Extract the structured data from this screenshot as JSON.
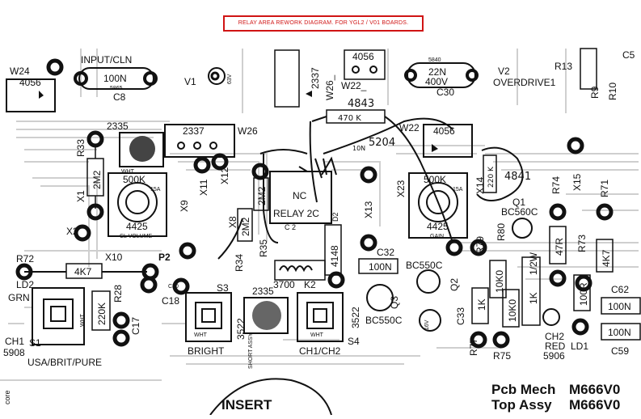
{
  "banner": "RELAY AREA REWORK DIAGRAM.  FOR YGL2 / V01 BOARDS.",
  "labels": {
    "w24": "W24",
    "ic4056_left": "4056",
    "input_cln": "INPUT/CLN",
    "c8_val": "100N",
    "c8_code": "5865",
    "c8": "C8",
    "v1": "V1",
    "c63v": "63V",
    "n2337_top": "2337",
    "w26_top": "W26_",
    "ic4056_top": "4056",
    "w22_top": "W22_",
    "c30_code": "5840",
    "c30_val1": "22N",
    "c30_val2": "400V",
    "c30": "C30",
    "v2": "V2",
    "overdrive": "OVERDRIVE1",
    "r13": "R13",
    "c5": "C5",
    "r9": "R9",
    "r10": "R10",
    "hw_4843": "4843",
    "hw_470k": "470 K",
    "hw_5204": "5204",
    "hw_10n": "10N",
    "hw_4841": "4841",
    "hw_220k": "220 K",
    "w22_mid": "W22",
    "ic4056_mid": "4056",
    "n2335_left": "2335",
    "wht_left": "WHT",
    "n2337_mid": "2337",
    "w26_mid": "W26",
    "r33": "R33",
    "r2m2_left": "2M2",
    "x1": "X1",
    "pot500k_left": "500K",
    "p15a_left": "15A",
    "p4425_left": "4425",
    "clvol": "CL VOLUME",
    "x9": "X9",
    "x11": "X11",
    "x12": "X12",
    "x8": "X8",
    "r2m2_a": "2M2",
    "r2m2_b": "2M2",
    "nc": "NC",
    "relay": "RELAY 2C",
    "c2": "C 2",
    "d2": "D2",
    "v4148": "4148",
    "x13": "X13",
    "x23": "X23",
    "pot500k_right": "500K",
    "p15a_right": "15A",
    "p4425_right": "4425",
    "gain": "GAIN",
    "x14": "X14",
    "x15": "X15",
    "q1": "Q1",
    "bc560c": "BC560C",
    "r74": "R74",
    "r47": "47R",
    "r71": "R71",
    "r4k7_right": "4K7",
    "r80": "R80",
    "r73": "R73",
    "x2": "X2",
    "x10": "X10",
    "p2": "P2",
    "r72": "R72",
    "r4k7_left": "4K7",
    "ld2": "LD2",
    "grn": "GRN",
    "r34": "R34",
    "r35": "R35",
    "c32": "C32",
    "c100n_mid": "100N",
    "bc550c_a": "BC550C",
    "q2": "Q2",
    "r79": "R79",
    "r1k": "1K",
    "r10k0_a": "10K0",
    "r10k0_b": "10K0",
    "r1k_12w": "1/2W",
    "r1k_b": "1K",
    "r100r": "100R",
    "c62": "C62",
    "c100n_r1": "100N",
    "n3700": "3700",
    "k2": "K2",
    "c30_small": "C30",
    "c18": "C18",
    "s3": "S3",
    "n2335_mid": "2335",
    "n3522_a": "3522",
    "short": "SHORT ASSY",
    "n3522_b": "3522",
    "bc550c_b": "BC550C",
    "q3": "Q3",
    "c16v": "16V",
    "c33": "C33",
    "r28": "R28",
    "r220k": "220K",
    "c17": "C17",
    "ch1": "CH1",
    "s1": "S1",
    "n5908": "5908",
    "wht_s1": "WHT",
    "wht_s3": "WHT",
    "wht_s4": "WHT",
    "s4": "S4",
    "usa": "USA/BRIT/PURE",
    "bright": "BRIGHT",
    "ch1ch2": "CH1/CH2",
    "r77": "R77",
    "r75": "R75",
    "ch2": "CH2",
    "red": "RED",
    "n5906": "5906",
    "ld1": "LD1",
    "c100n_r2": "100N",
    "c59": "C59",
    "insert": "INSERT",
    "core": "core",
    "pcb_mech": "Pcb Mech",
    "pcb_code": "M666V0",
    "top_assy": "Top Assy",
    "top_code": "M666V0"
  }
}
